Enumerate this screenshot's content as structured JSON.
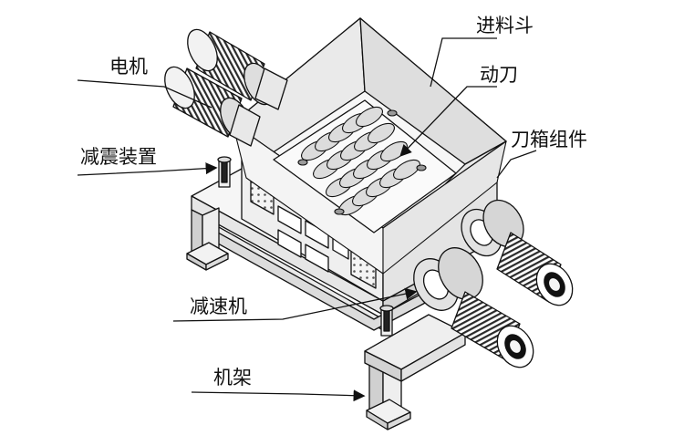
{
  "diagram": {
    "labels": {
      "hopper": "进料斗",
      "blades": "动刀",
      "blade_box": "刀箱组件",
      "motor": "电机",
      "damper": "减震装置",
      "reducer": "减速机",
      "frame": "机架"
    },
    "colors": {
      "line": "#111111",
      "metal_light": "#f2f2f2",
      "metal_mid": "#d8d8d8",
      "metal_dark": "#9a9a9a",
      "motor_fin": "#333333",
      "background": "#ffffff"
    }
  }
}
